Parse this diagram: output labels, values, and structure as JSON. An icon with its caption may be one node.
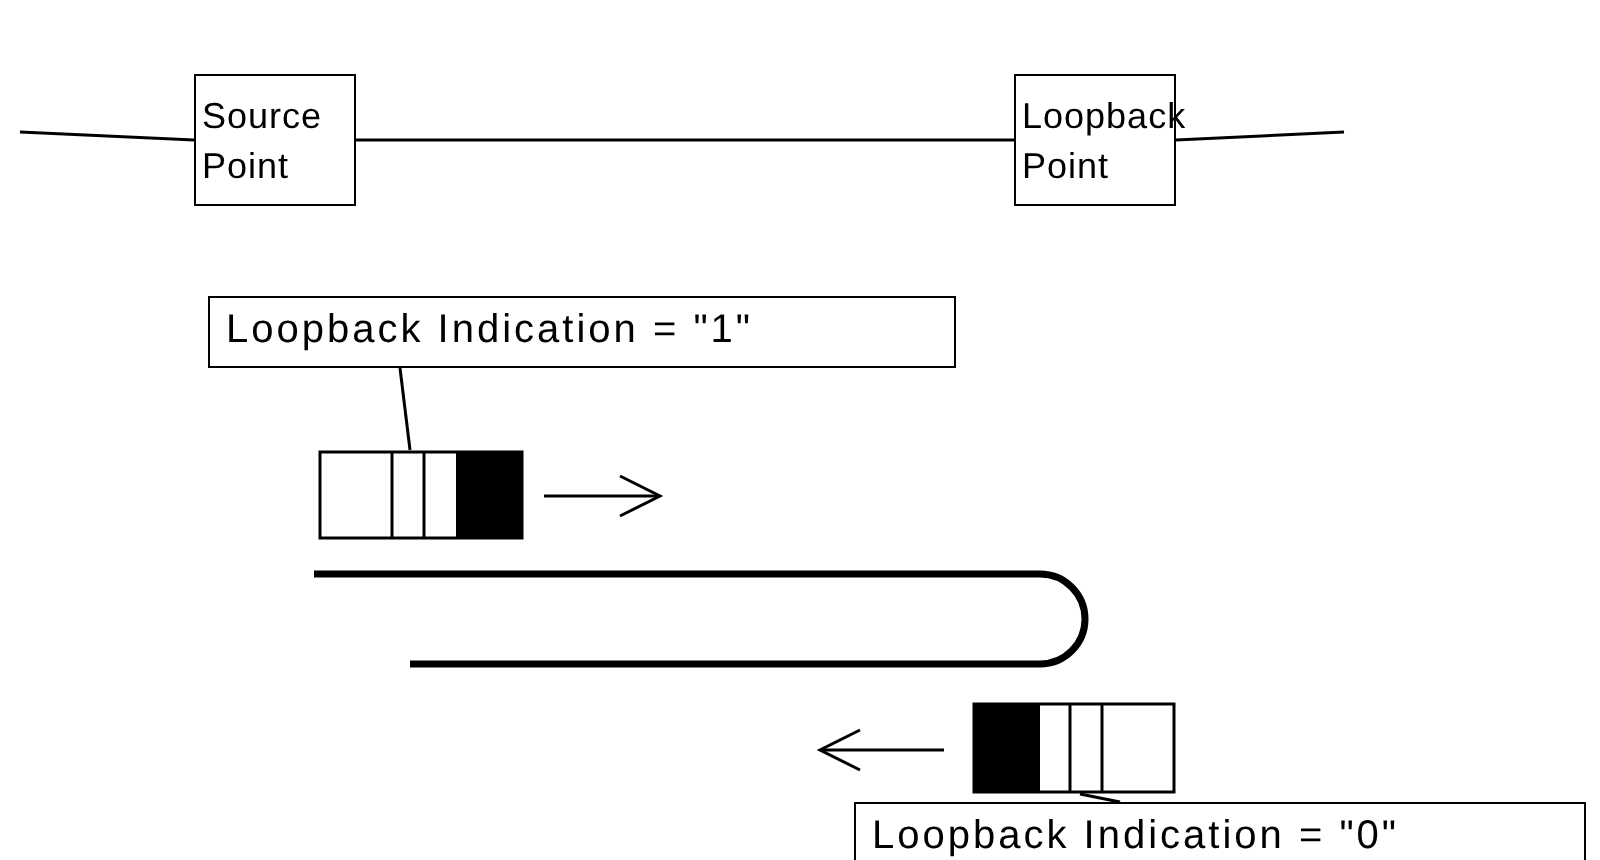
{
  "diagram": {
    "nodes": [
      {
        "text": [
          "Source Point"
        ]
      },
      {
        "text": [
          "Loopback Point"
        ]
      },
      {
        "text": [
          "Loopback Indication = \"1\""
        ]
      },
      {
        "text": [],
        "shape": "box"
      },
      {
        "text": [],
        "shape": "box"
      },
      {
        "text": [
          "Loopback Indication = \"0\""
        ]
      }
    ],
    "edges": [
      {
        "from": null,
        "to": 0,
        "arrow": "none"
      },
      {
        "from": 0,
        "to": 1,
        "arrow": "none"
      },
      {
        "from": 1,
        "to": null,
        "arrow": "none"
      },
      {
        "from": 2,
        "to": 3,
        "arrow": "none"
      },
      {
        "from": 5,
        "to": 4,
        "arrow": "none"
      }
    ]
  }
}
